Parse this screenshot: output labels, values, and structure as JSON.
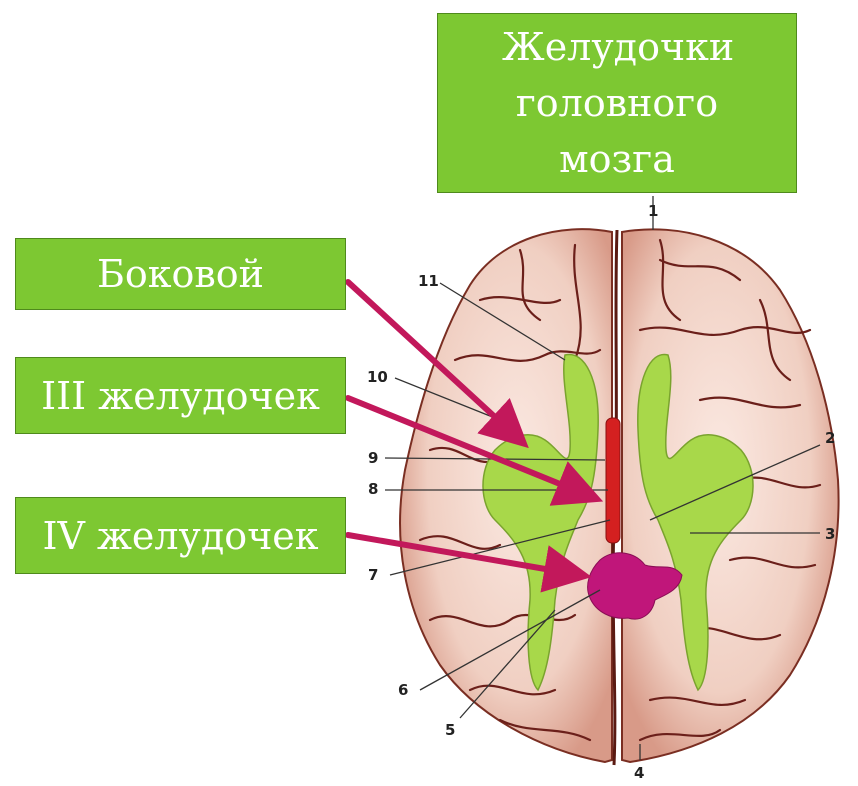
{
  "labels": {
    "ventricles": "Желудочки головного мозга",
    "lateral": "Боковой",
    "third": "III желудочек",
    "fourth": "IV желудочек"
  },
  "callouts": [
    "1",
    "2",
    "3",
    "4",
    "5",
    "6",
    "7",
    "8",
    "9",
    "10",
    "11"
  ],
  "colors": {
    "label_fill": "#7dc832",
    "arrow": "#c2185b",
    "ventricle_fill": "#a8d84a",
    "third_ventricle": "#d42020",
    "fourth_ventricle": "#c0167a",
    "brain_tissue": "#f2d4c8",
    "vessels": "#6b1f1a"
  }
}
